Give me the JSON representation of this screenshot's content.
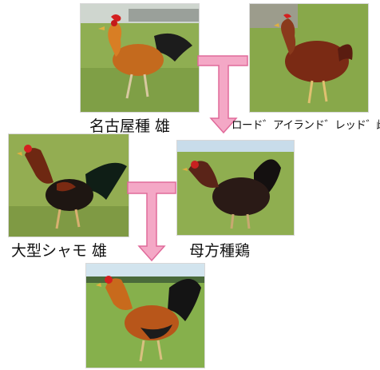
{
  "nodes": {
    "sire_top": {
      "label": "名古屋種 雄",
      "photo_icon": "rooster-icon",
      "plumage": "red-orange with black tail"
    },
    "dam_top": {
      "label": "ロード゛アイランド゛レッド゛雌",
      "photo_icon": "hen-icon",
      "plumage": "mahogany red"
    },
    "sire_mid": {
      "label": "大型シャモ 雄",
      "photo_icon": "rooster-icon",
      "plumage": "dark red and black"
    },
    "dam_mid": {
      "label": "母方種鶏",
      "photo_icon": "hen-icon",
      "plumage": "black with red hackles"
    },
    "offspring": {
      "label": "",
      "photo_icon": "rooster-icon",
      "plumage": "orange-red with black tail"
    }
  },
  "colors": {
    "connector_fill": "#f4a8c6",
    "connector_stroke": "#e06a9a",
    "grass": "#8fb04a",
    "grass_dark": "#5f7f2a",
    "sky": "#cfe3f2"
  }
}
